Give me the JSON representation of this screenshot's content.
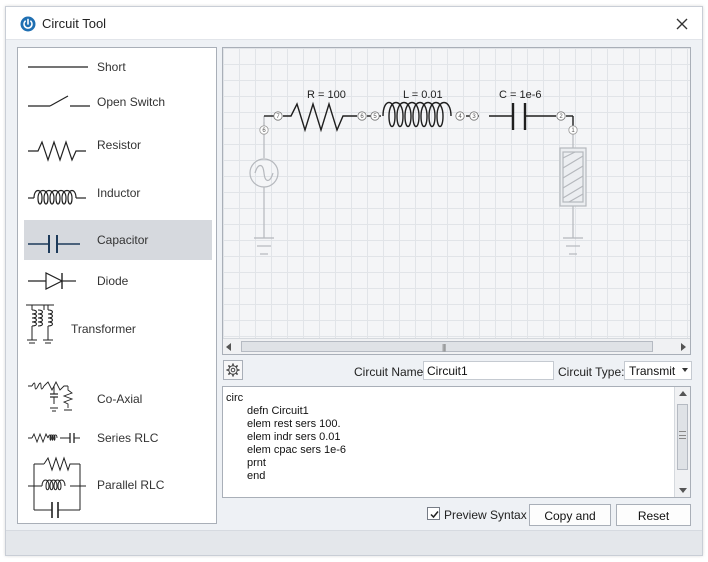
{
  "window": {
    "title": "Circuit Tool",
    "app_icon": "power-icon",
    "close_icon": "close-icon"
  },
  "palette": {
    "items": [
      {
        "id": "short",
        "label": "Short",
        "icon": "short-wire-icon"
      },
      {
        "id": "open-switch",
        "label": "Open Switch",
        "icon": "open-switch-icon"
      },
      {
        "id": "resistor",
        "label": "Resistor",
        "icon": "resistor-icon"
      },
      {
        "id": "inductor",
        "label": "Inductor",
        "icon": "inductor-icon"
      },
      {
        "id": "capacitor",
        "label": "Capacitor",
        "icon": "capacitor-icon",
        "selected": true
      },
      {
        "id": "diode",
        "label": "Diode",
        "icon": "diode-icon"
      },
      {
        "id": "transformer",
        "label": "Transformer",
        "icon": "transformer-icon"
      },
      {
        "id": "co-axial",
        "label": "Co-Axial",
        "icon": "co-axial-icon"
      },
      {
        "id": "series-rlc",
        "label": "Series RLC",
        "icon": "series-rlc-icon"
      },
      {
        "id": "parallel-rlc",
        "label": "Parallel RLC",
        "icon": "parallel-rlc-icon"
      }
    ]
  },
  "canvas": {
    "components": [
      {
        "type": "resistor",
        "label": "R = 100"
      },
      {
        "type": "inductor",
        "label": "L = 0.01"
      },
      {
        "type": "capacitor",
        "label": "C = 1e-6"
      }
    ],
    "nodes": [
      "7",
      "6",
      "6",
      "5",
      "4",
      "3",
      "2",
      "1"
    ],
    "source_icon": "ac-source-icon",
    "load_icon": "load-icon",
    "ground_icon": "ground-icon"
  },
  "controls": {
    "settings_icon": "gear-icon",
    "circuit_name_label": "Circuit Name:",
    "circuit_name_value": "Circuit1",
    "circuit_type_label": "Circuit Type:",
    "circuit_type_value": "Transmit"
  },
  "preview": {
    "lines": [
      "circ",
      "defn Circuit1",
      "elem rest sers 100.",
      "elem indr sers 0.01",
      "elem cpac sers 1e-6",
      "prnt",
      "end"
    ]
  },
  "footer": {
    "preview_syntax_label": "Preview Syntax",
    "preview_syntax_checked": true,
    "copy_close_label": "Copy and Close",
    "reset_label": "Reset"
  },
  "colors": {
    "selected_bg": "#d6d9de",
    "circuit_active": "#1f1f1f",
    "circuit_inactive": "#b5b8bd",
    "accent": "#1f6fb2"
  }
}
